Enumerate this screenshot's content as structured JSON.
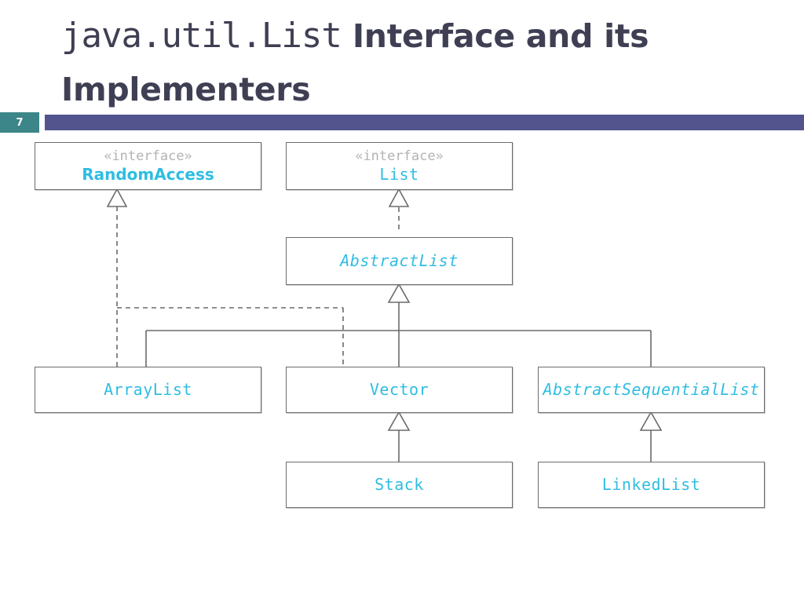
{
  "slide": {
    "page_number": "7",
    "title_mono": "java.util.List",
    "title_bold": " Interface and its Implementers",
    "accent_color": "#53548e",
    "badge_color": "#3c8588",
    "title_color": "#3f3f54",
    "class_name_color": "#2fbde2",
    "stereotype_color": "#b3b3b3",
    "line_color": "#6b6b6b"
  },
  "diagram": {
    "type": "uml-class-diagram",
    "nodes": [
      {
        "id": "random-access",
        "stereotype": "«interface»",
        "name": "RandomAccess",
        "kind": "interface",
        "italic": false
      },
      {
        "id": "list",
        "stereotype": "«interface»",
        "name": "List",
        "kind": "interface",
        "italic": false
      },
      {
        "id": "abstract-list",
        "stereotype": "",
        "name": "AbstractList",
        "kind": "abstract-class",
        "italic": true
      },
      {
        "id": "array-list",
        "stereotype": "",
        "name": "ArrayList",
        "kind": "class",
        "italic": false
      },
      {
        "id": "vector",
        "stereotype": "",
        "name": "Vector",
        "kind": "class",
        "italic": false
      },
      {
        "id": "abstract-sequential-list",
        "stereotype": "",
        "name": "AbstractSequentialList",
        "kind": "abstract-class",
        "italic": true
      },
      {
        "id": "stack",
        "stereotype": "",
        "name": "Stack",
        "kind": "class",
        "italic": false
      },
      {
        "id": "linked-list",
        "stereotype": "",
        "name": "LinkedList",
        "kind": "class",
        "italic": false
      }
    ],
    "edges": [
      {
        "from": "abstract-list",
        "to": "list",
        "style": "realization"
      },
      {
        "from": "array-list",
        "to": "random-access",
        "style": "realization"
      },
      {
        "from": "vector",
        "to": "random-access",
        "style": "realization"
      },
      {
        "from": "array-list",
        "to": "abstract-list",
        "style": "generalization"
      },
      {
        "from": "vector",
        "to": "abstract-list",
        "style": "generalization"
      },
      {
        "from": "abstract-sequential-list",
        "to": "abstract-list",
        "style": "generalization"
      },
      {
        "from": "stack",
        "to": "vector",
        "style": "generalization"
      },
      {
        "from": "linked-list",
        "to": "abstract-sequential-list",
        "style": "generalization"
      }
    ]
  }
}
